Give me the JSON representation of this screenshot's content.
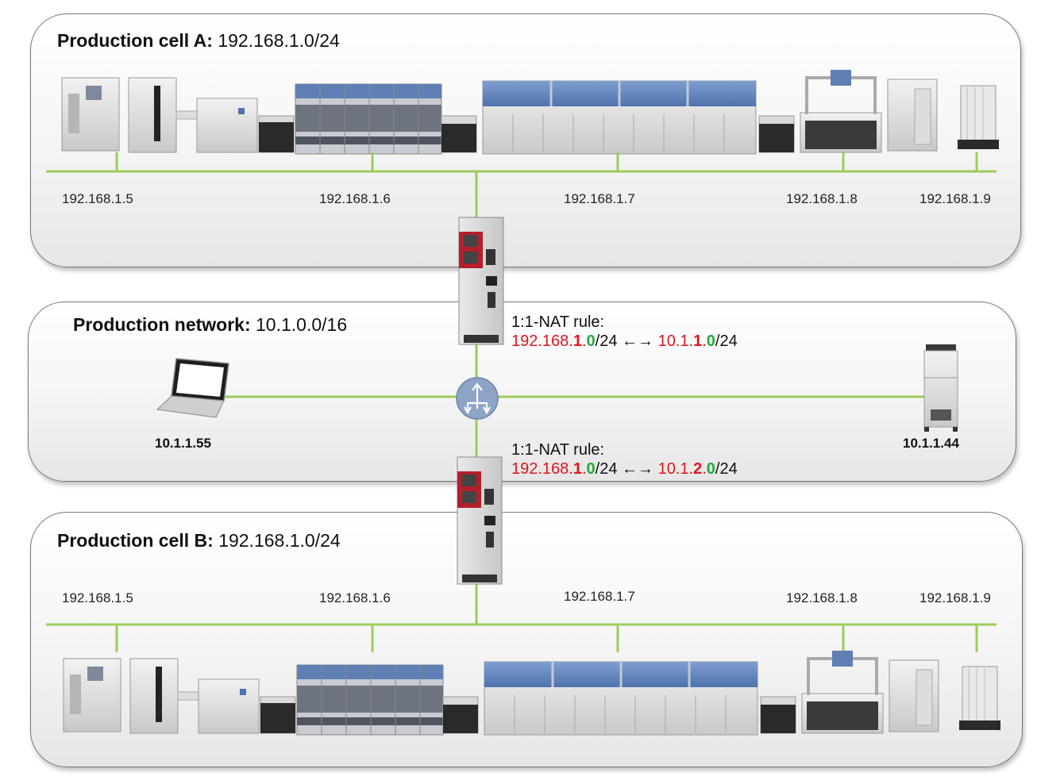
{
  "cell_a": {
    "title_bold": "Production cell A:",
    "subnet": "192.168.1.0/24",
    "ips": [
      "192.168.1.5",
      "192.168.1.6",
      "192.168.1.7",
      "192.168.1.8",
      "192.168.1.9"
    ]
  },
  "network": {
    "title_bold": "Production network:",
    "subnet": "10.1.0.0/16",
    "laptop_ip": "10.1.1.55",
    "server_ip": "10.1.1.44"
  },
  "cell_b": {
    "title_bold": "Production cell B:",
    "subnet": "192.168.1.0/24",
    "ips": [
      "192.168.1.5",
      "192.168.1.6",
      "192.168.1.7",
      "192.168.1.8",
      "192.168.1.9"
    ]
  },
  "nat_a": {
    "label": "1:1-NAT rule:",
    "src_pre": "192.168.",
    "src_b1": "1",
    "src_dot": ".",
    "src_b2": "0",
    "src_suf": "/24",
    "arrow": "←→",
    "dst_pre": "10.1.",
    "dst_b1": "1",
    "dst_dot": ".",
    "dst_b2": "0",
    "dst_suf": "/24"
  },
  "nat_b": {
    "label": "1:1-NAT rule:",
    "src_pre": "192.168.",
    "src_b1": "1",
    "src_dot": ".",
    "src_b2": "0",
    "src_suf": "/24",
    "arrow": "←→",
    "dst_pre": "10.1.",
    "dst_b1": "2",
    "dst_dot": ".",
    "dst_b2": "0",
    "dst_suf": "/24"
  },
  "colors": {
    "link_green": "#9ccc5a",
    "nat_red": "#e0161f",
    "nat_green": "#27a83a",
    "machine_blue": "#5b7fb8",
    "router_blue": "#8ea4c6"
  }
}
